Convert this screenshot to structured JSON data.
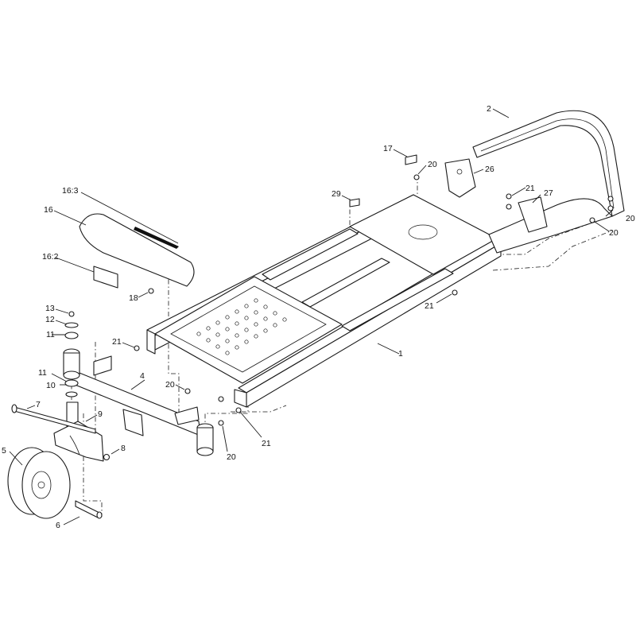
{
  "colors": {
    "line": "#1a1a1a",
    "background": "#ffffff"
  },
  "callouts": {
    "c1": "1",
    "c2": "2",
    "c4": "4",
    "c5": "5",
    "c6": "6",
    "c7": "7",
    "c8": "8",
    "c9": "9",
    "c10": "10",
    "c11a": "11",
    "c11b": "11",
    "c12": "12",
    "c13": "13",
    "c16": "16",
    "c16_2": "16:2",
    "c16_3": "16:3",
    "c17": "17",
    "c18": "18",
    "c20a": "20",
    "c20b": "20",
    "c20c": "20",
    "c20d": "20",
    "c20e": "20",
    "c21a": "21",
    "c21b": "21",
    "c21c": "21",
    "c21d": "21",
    "c26": "26",
    "c27": "27",
    "c29": "29"
  }
}
